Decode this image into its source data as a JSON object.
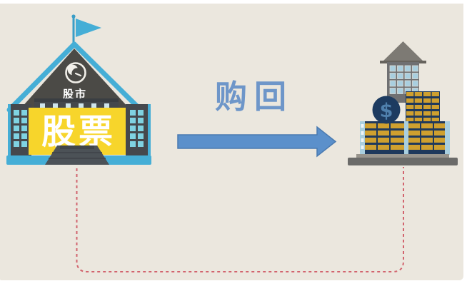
{
  "scene": {
    "background_color": "#ebe7de",
    "page_background": "#ffffff"
  },
  "left_building": {
    "type": "stock-exchange",
    "sign_top": "股市",
    "banner_label": "股票",
    "banner_color": "#f7d52b",
    "banner_text_color": "#ffffff",
    "trim_color": "#45aed6",
    "wall_color": "#45484d",
    "roof_color": "#4b4a46",
    "window_color": "#7fd2e2"
  },
  "arrow": {
    "label": "购回",
    "label_color": "#6e96c9",
    "fill": "#5b90cb",
    "border": "#4a7ab0",
    "direction": "right"
  },
  "right_building": {
    "type": "company-with-money",
    "dollar_symbol": "$",
    "dollar_coin_color": "#1d3b60",
    "dollar_text_color": "#4f80ad",
    "coin_gold_color": "#cfa02f",
    "navy_color": "#1f395c",
    "window_color": "#a9cfdf",
    "tower_color": "#6f7072",
    "roof_color": "#7d7a74",
    "base_color": "#6b6b69"
  },
  "connector": {
    "style": "dashed",
    "color": "#d2646e"
  }
}
